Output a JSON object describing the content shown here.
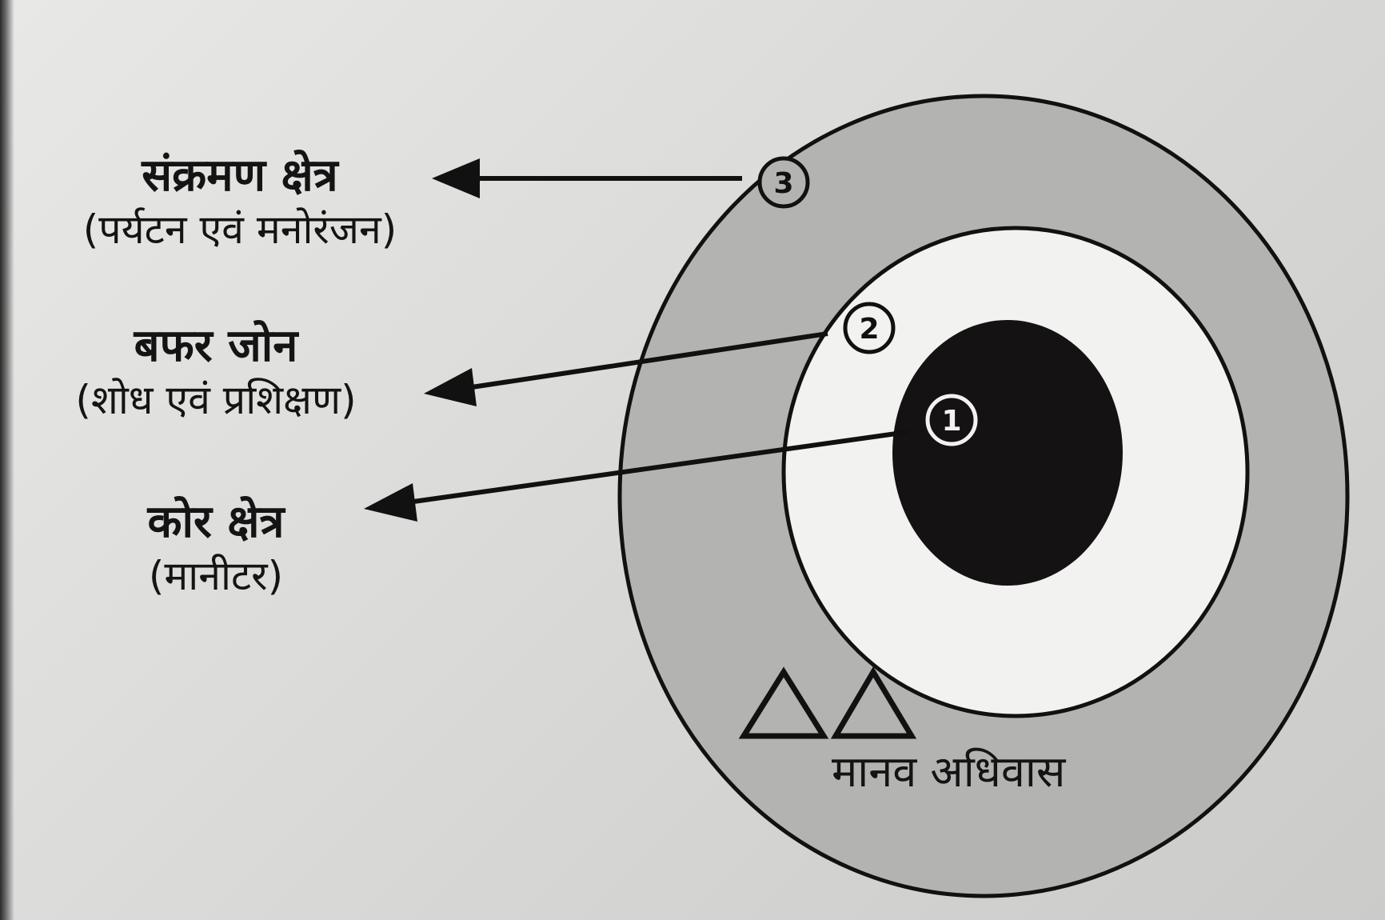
{
  "zones": [
    {
      "number": "3",
      "title": "संक्रमण क्षेत्र",
      "subtitle": "(पर्यटन एवं मनोरंजन)"
    },
    {
      "number": "2",
      "title": "बफर जोन",
      "subtitle": "(शोध एवं प्रशिक्षण)"
    },
    {
      "number": "1",
      "title": "कोर क्षेत्र",
      "subtitle": "(मानीटर)"
    }
  ],
  "habitat_label": "मानव अधिवास",
  "colors": {
    "outer_ring": "#b3b3b1",
    "buffer_ring": "#f2f2f0",
    "core": "#141212",
    "outline": "#111111"
  }
}
